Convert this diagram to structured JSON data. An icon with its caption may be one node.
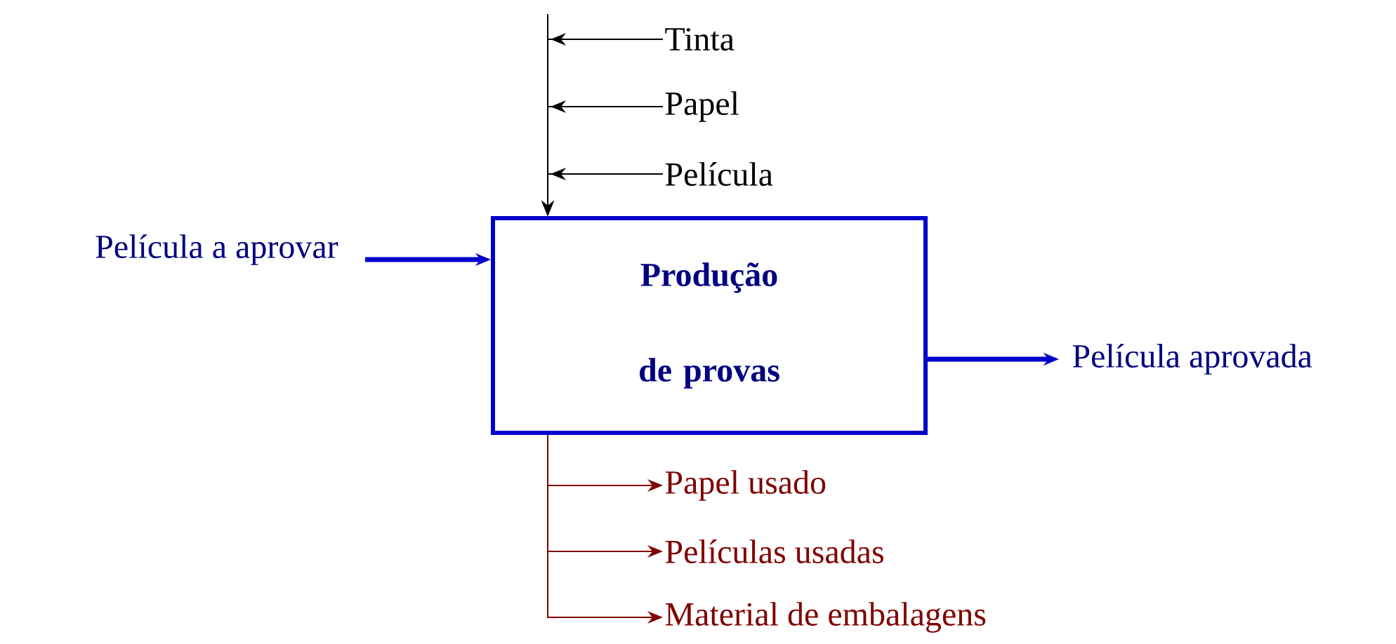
{
  "diagram": {
    "nodes": [
      {
        "text": [
          "Tinta"
        ]
      },
      {
        "text": [
          "Papel"
        ]
      },
      {
        "text": [
          "Película"
        ]
      },
      {
        "text": [
          "Película a aprovar"
        ]
      },
      {
        "text": [
          "Produção de provas"
        ]
      },
      {
        "text": [
          "Película aprovada"
        ]
      },
      {
        "text": [
          "Papel usado"
        ]
      },
      {
        "text": [
          "Películas usadas"
        ]
      },
      {
        "text": [
          "Material de embalagens"
        ]
      }
    ],
    "edges": [
      {
        "from": 0,
        "to": 4,
        "arrow": "to"
      },
      {
        "from": 1,
        "to": 4,
        "arrow": "to"
      },
      {
        "from": 2,
        "to": 4,
        "arrow": "to"
      },
      {
        "from": 3,
        "to": 4,
        "arrow": "to",
        "style": "thick",
        "color": "#0000cc"
      },
      {
        "from": 4,
        "to": 5,
        "arrow": "to",
        "style": "thick",
        "color": "#0000cc"
      },
      {
        "from": 4,
        "to": 6,
        "arrow": "to",
        "color": "#800000"
      },
      {
        "from": 4,
        "to": 7,
        "arrow": "to",
        "color": "#800000"
      },
      {
        "from": 4,
        "to": 8,
        "arrow": "to",
        "color": "#800000"
      }
    ]
  }
}
